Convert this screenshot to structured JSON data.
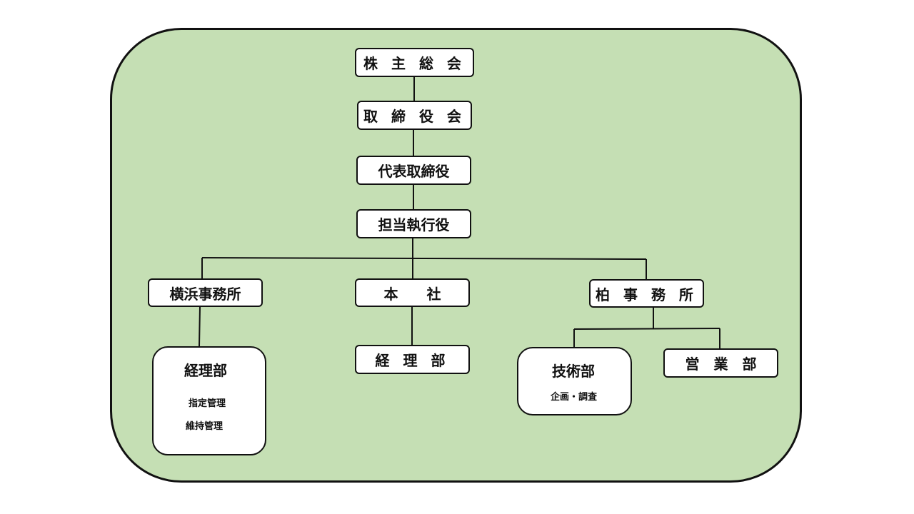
{
  "org_chart": {
    "shareholders_meeting": "株 主 総 会",
    "board_of_directors": "取 締 役 会",
    "representative_director": "代表取締役",
    "executive_officer": "担当執行役",
    "yokohama_office": "横浜事務所",
    "head_office": "本　　社",
    "kashiwa_office": "柏 事 務 所",
    "yokohama_accounting": {
      "title": "経理部",
      "items": [
        "指定管理",
        "維持管理"
      ]
    },
    "head_accounting": "経 理 部",
    "engineering": {
      "title": "技術部",
      "sub": "企画・調査"
    },
    "sales": "営　業　部"
  },
  "colors": {
    "panel_fill": "#c5dfb4",
    "box_fill": "#ffffff",
    "stroke": "#111111"
  }
}
